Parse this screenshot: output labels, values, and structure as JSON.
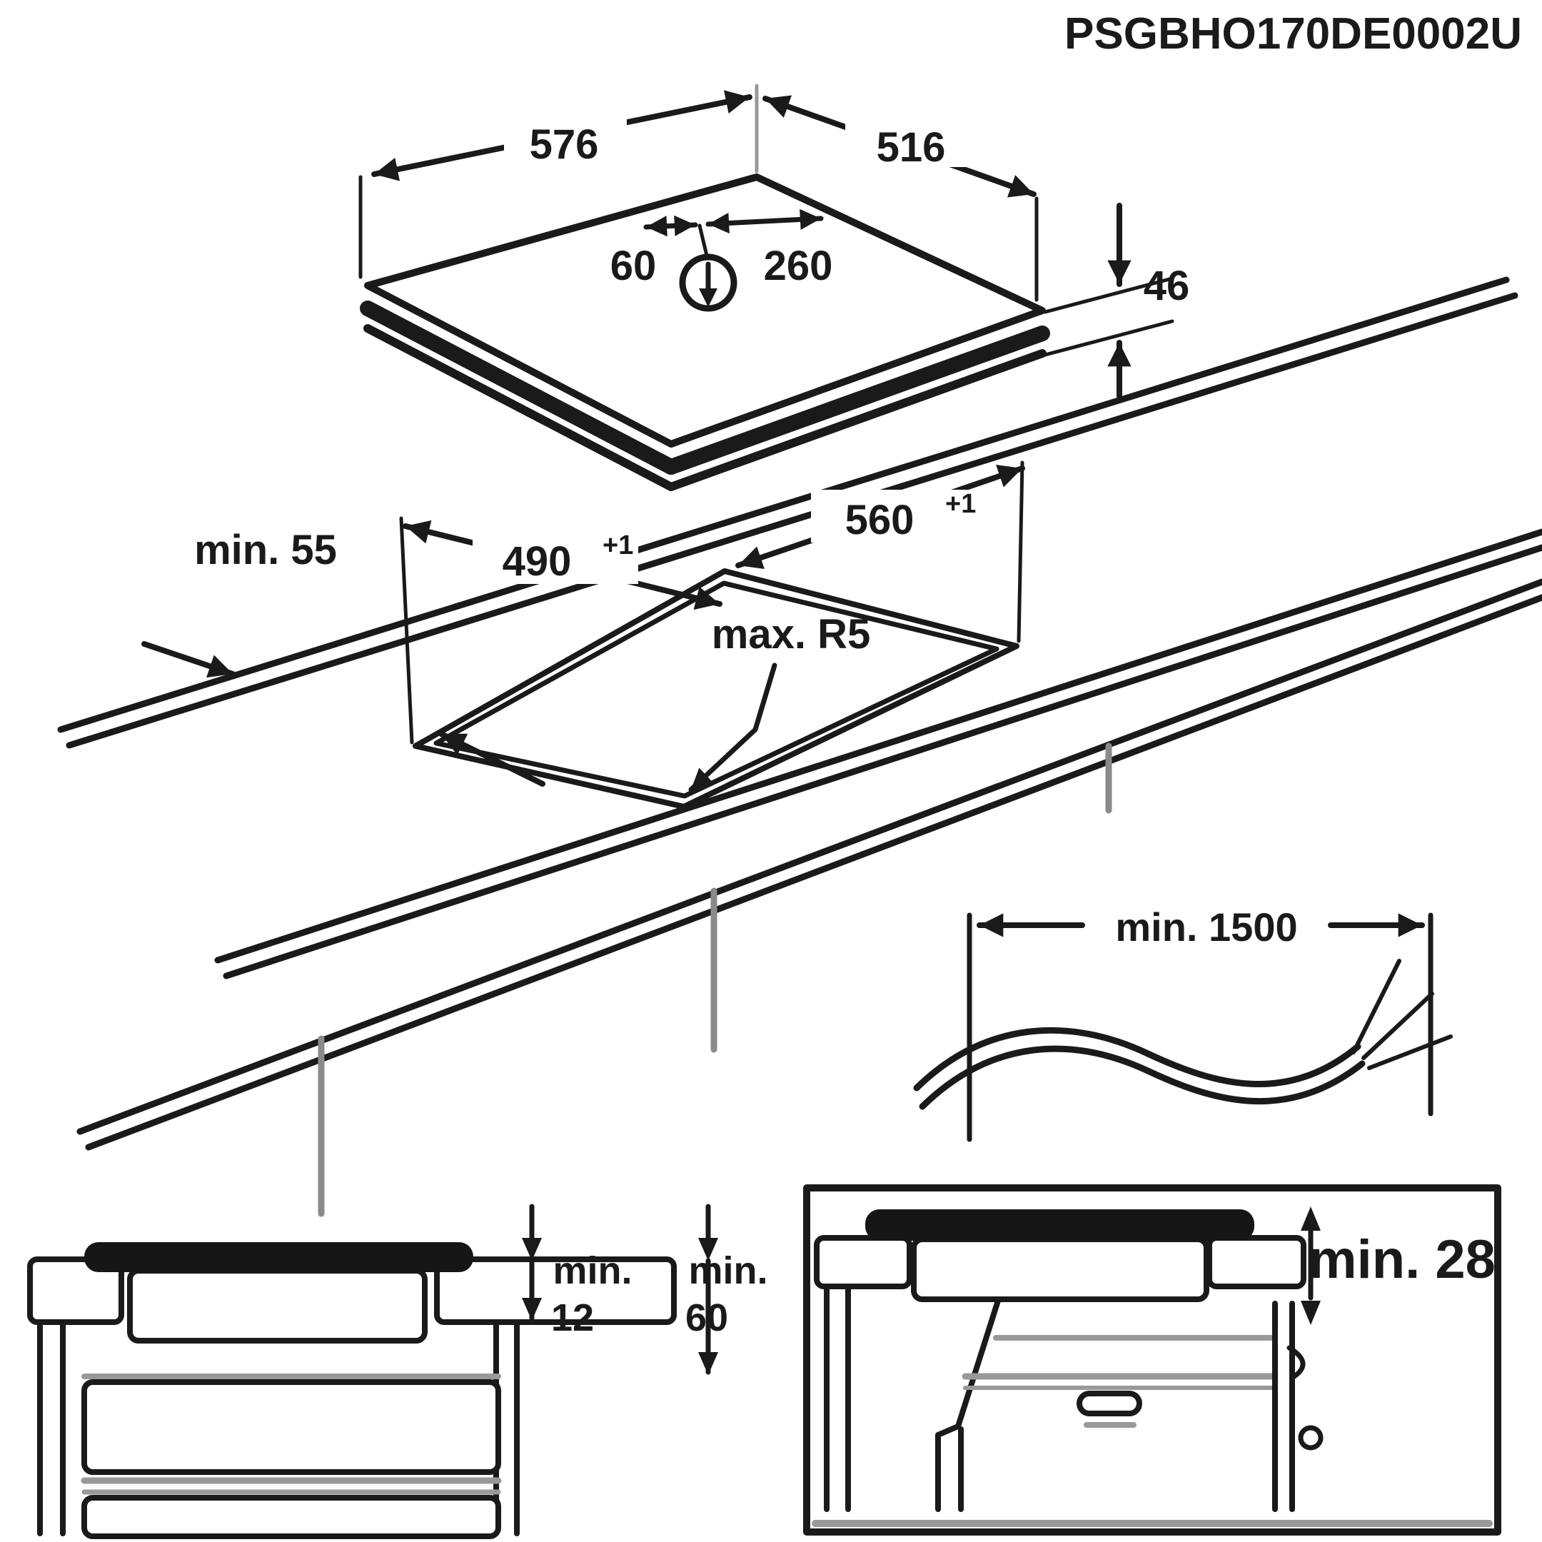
{
  "title": "PSGBHO170DE0002U",
  "colors": {
    "ink": "#1a1a1a",
    "muted": "#999999",
    "hob_fill": "#161616",
    "background": "#ffffff"
  },
  "hob_top_view": {
    "width": "576",
    "depth": "516",
    "thickness": "46",
    "cable_offset_small": "60",
    "cable_offset_large": "260",
    "cable_entry_icon": "circle-down-arrow"
  },
  "cutout_view": {
    "depth": "490",
    "depth_tolerance": "+1",
    "width": "560",
    "width_tolerance": "+1",
    "edge_clearance": "min. 55",
    "corner_radius": "max. R5"
  },
  "power_cable": {
    "length": "min. 1500"
  },
  "section_left": {
    "board_gap_prefix": "min.",
    "board_gap_value": "12",
    "drawer_gap_prefix": "min.",
    "drawer_gap_value": "60"
  },
  "section_right": {
    "vent_clearance": "min. 28"
  }
}
